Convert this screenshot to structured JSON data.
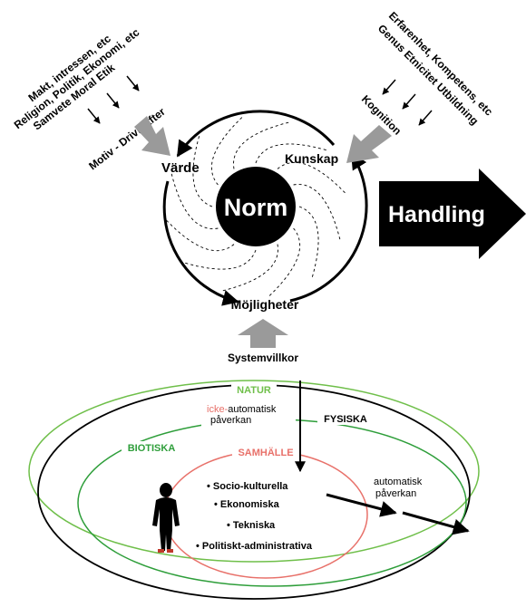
{
  "top": {
    "norm": "Norm",
    "varde": "Värde",
    "kunskap": "Kunskap",
    "mojligheter": "Möjligheter",
    "systemvillkor": "Systemvillkor",
    "handling": "Handling",
    "left_lines": [
      "Makt, intressen, etc",
      "Religion, Politik, Ekonomi, etc",
      "Samvete Moral Etik"
    ],
    "left_motiv": "Motiv - Drivkrafter",
    "right_lines": [
      "Erfarenhet, Kompetens, etc",
      "Genus Etnicitet Utbildning"
    ],
    "right_kognition": "Kognition"
  },
  "bottom": {
    "natur": "NATUR",
    "fysiska": "FYSISKA",
    "biotiska": "BIOTISKA",
    "samhalle": "SAMHÄLLE",
    "icke_prefix": "icke-",
    "icke_rest": "automatisk",
    "icke_line2": "påverkan",
    "auto_line1": "automatisk",
    "auto_line2": "påverkan",
    "items": [
      "• Socio-kulturella",
      "• Ekonomiska",
      "• Tekniska",
      "• Politiskt-administrativa"
    ]
  },
  "colors": {
    "natur_green": "#6fbf4a",
    "biotiska_green": "#2e9e3a",
    "samhalle_red": "#e8716a",
    "grey_arrow": "#9a9a9a",
    "black": "#000000"
  }
}
